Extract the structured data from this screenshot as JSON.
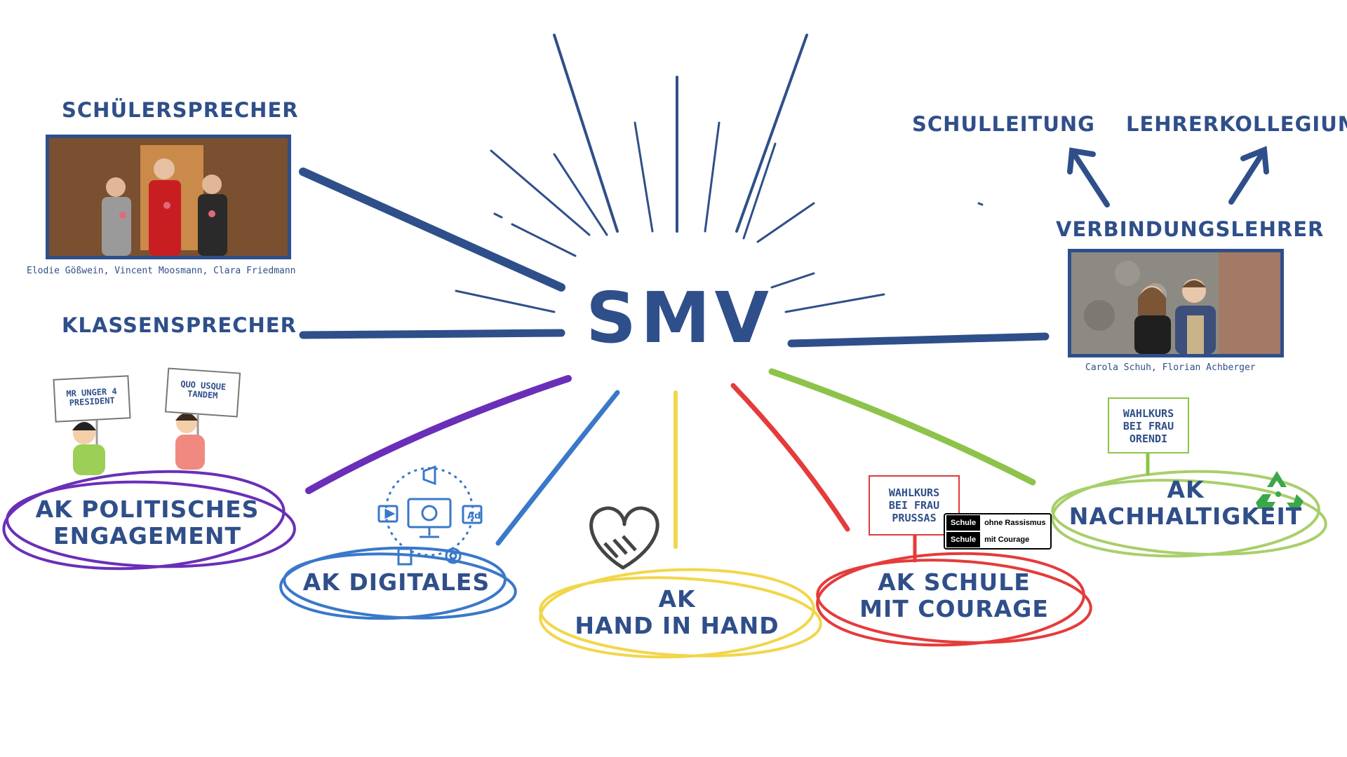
{
  "center": {
    "label": "SMV"
  },
  "schuelersprecher": {
    "title": "SCHÜLERSPRECHER",
    "caption": "Elodie Gößwein, Vincent Moosmann, Clara Friedmann"
  },
  "klassensprecher": {
    "title": "KLASSENSPRECHER"
  },
  "schulleitung": {
    "title": "SCHULLEITUNG"
  },
  "lehrerkollegium": {
    "title": "LEHRERKOLLEGIUM"
  },
  "verbindungslehrer": {
    "title": "VERBINDUNGSLEHRER",
    "caption": "Carola Schuh, Florian Achberger"
  },
  "signs": {
    "mr_unger": [
      "MR UNGER 4",
      "PRESIDENT"
    ],
    "quo_usque": [
      "QUO USQUE",
      "TANDEM"
    ],
    "prussas": [
      "WAHLKURS",
      "BEI FRAU",
      "PRUSSAS"
    ],
    "orendi": [
      "WAHLKURS",
      "BEI FRAU",
      "ORENDI"
    ]
  },
  "badge": {
    "row1_black": "Schule",
    "row1_white": "ohne Rassismus",
    "row2_black": "Schule",
    "row2_white": "mit Courage"
  },
  "groups": {
    "politisches": {
      "line1": "AK POLITISCHES",
      "line2": "ENGAGEMENT",
      "color": "#6a2fb8"
    },
    "digitales": {
      "line1": "AK DIGITALES",
      "color": "#3a78c9"
    },
    "handinhand": {
      "line1": "AK",
      "line2": "HAND IN HAND",
      "color": "#f2d64b"
    },
    "courage": {
      "line1": "AK SCHULE",
      "line2": "MIT COURAGE",
      "color": "#e53b3b"
    },
    "nachhaltigkeit": {
      "line1": "AK",
      "line2": "NACHHALTIGKEIT",
      "color": "#8dc34a"
    }
  },
  "colors": {
    "navy": "#2f4f8a",
    "purple": "#6a2fb8",
    "blue": "#3a78c9",
    "yellow": "#f2d64b",
    "red": "#e53b3b",
    "green": "#8dc34a",
    "recycle": "#3aa84a"
  }
}
